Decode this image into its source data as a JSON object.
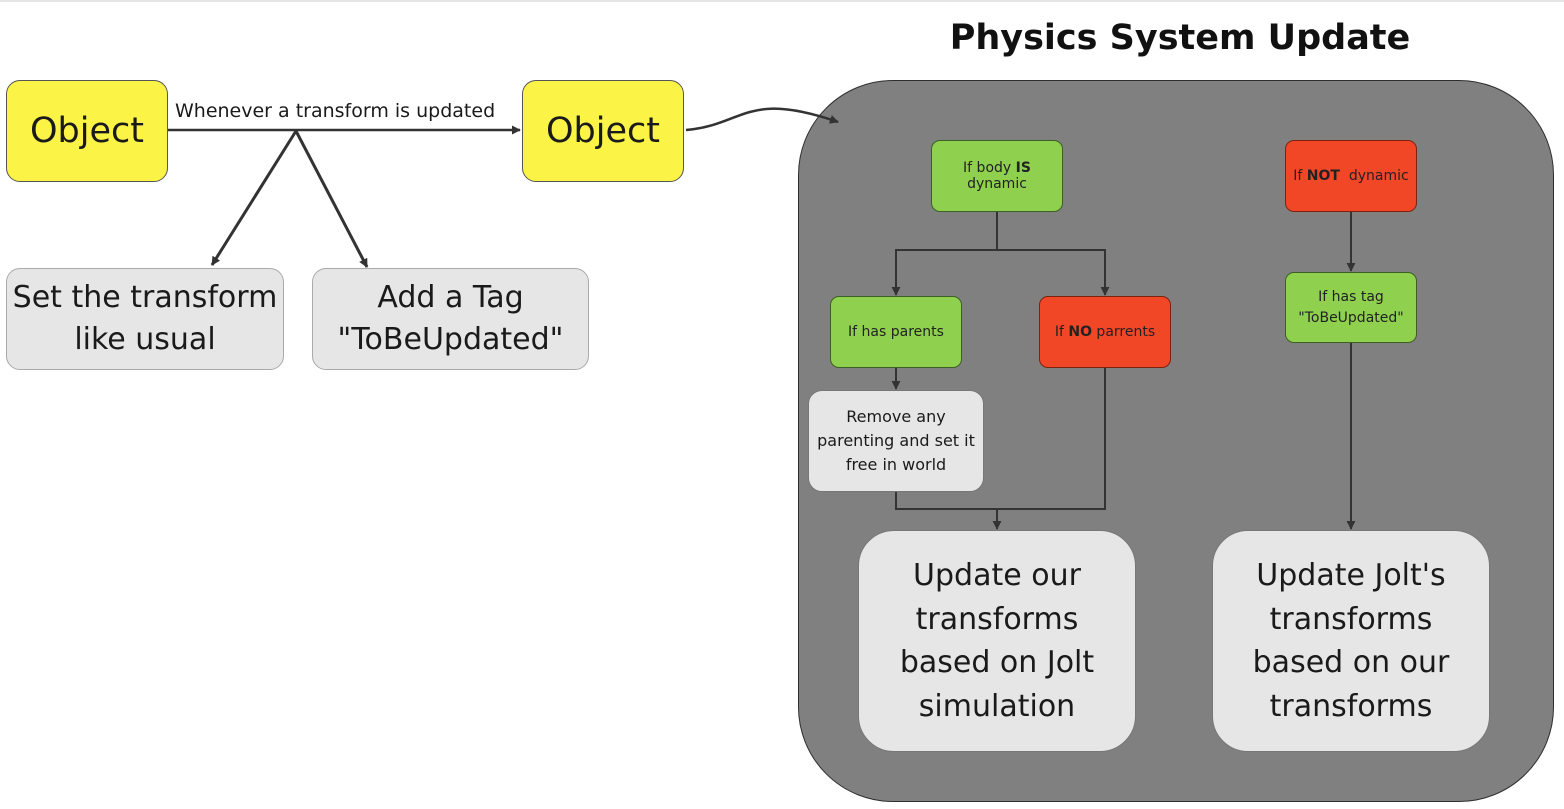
{
  "title": "Physics System Update",
  "object_left": "Object",
  "object_right": "Object",
  "edge_label": "Whenever a transform is updated",
  "set_transform": [
    "Set the transform",
    "like usual"
  ],
  "add_tag": [
    "Add a Tag",
    "\"ToBeUpdated\""
  ],
  "dynamic": {
    "pre": "If body ",
    "bold": "IS",
    "post": " dynamic"
  },
  "not_dynamic": {
    "pre": "If ",
    "bold": "NOT",
    "post": "  dynamic"
  },
  "has_parents": "If has parents",
  "no_parents": {
    "pre": "If ",
    "bold": "NO",
    "post": " parrents"
  },
  "has_tag": [
    "If has tag",
    "\"ToBeUpdated\""
  ],
  "remove_parenting": [
    "Remove any",
    "parenting and set it",
    "free in world"
  ],
  "update_ours": [
    "Update our",
    "transforms",
    "based on Jolt",
    "simulation"
  ],
  "update_jolt": [
    "Update Jolt's",
    "transforms",
    "based on our",
    "transforms"
  ],
  "colors": {
    "object": "#fbf346",
    "condition_true": "#8fd14f",
    "condition_false": "#f24726",
    "panel": "#808080",
    "action": "#e6e6e6"
  }
}
